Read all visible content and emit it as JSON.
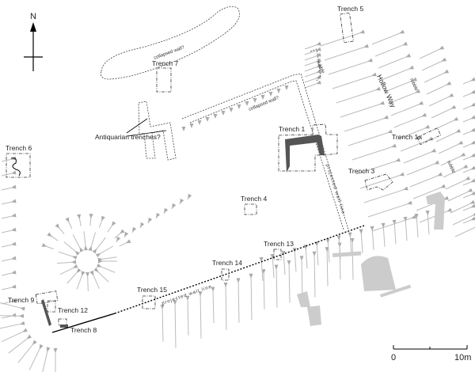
{
  "north": "N",
  "features": {
    "collapsed_wall_1": "collapsed wall?",
    "collapsed_wall_2": "collapsed wall?",
    "antiquarian": "Antiquarian trenches?",
    "hollow_way": "Hollow Way",
    "rubble_1": "rubble",
    "rubble_2": "rubble",
    "rubble_3": "rubble",
    "projected_1": "projected wall line",
    "projected_2": "projected wall line"
  },
  "trenches": {
    "t1": "Trench 1",
    "t1a": "Trench 1a",
    "t3": "Trench 3",
    "t4": "Trench 4",
    "t5": "Trench 5",
    "t6": "Trench 6",
    "t7": "Trench 7",
    "t8": "Trench 8",
    "t9": "Trench 9",
    "t12": "Trench 12",
    "t13": "Trench 13",
    "t14": "Trench 14",
    "t15": "Trench 15"
  },
  "scale": {
    "start": "0",
    "end": "10m"
  },
  "colors": {
    "hachure": "#aaaaaa",
    "wall": "#555555",
    "mound": "#cccccc"
  }
}
